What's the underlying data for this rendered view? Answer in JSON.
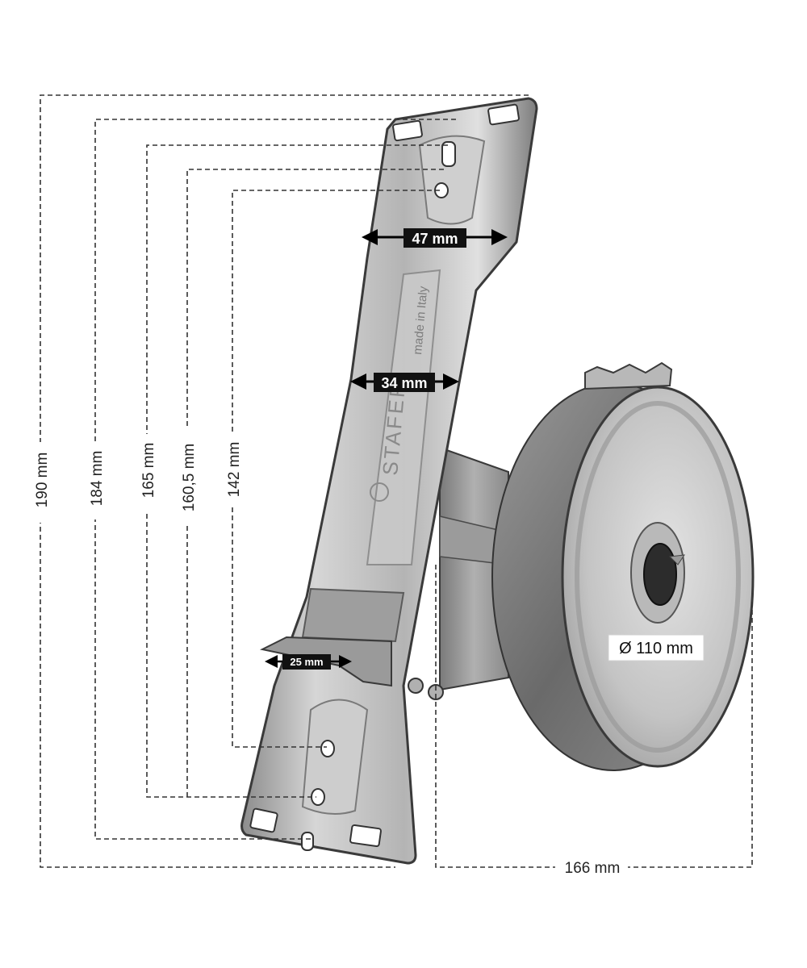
{
  "dimensions": {
    "overall_height": "190 mm",
    "plate_height": "184 mm",
    "hole_spacing_outer": "165 mm",
    "hole_spacing_mid": "160,5 mm",
    "hole_spacing_inner": "142 mm",
    "top_width": "47 mm",
    "middle_width": "34 mm",
    "hook_width": "25 mm",
    "depth": "166 mm",
    "drum_diameter": "Ø 110 mm"
  },
  "embossed_text": {
    "brand": "STAFER",
    "origin": "made in Italy"
  },
  "colors": {
    "metal_light": "#d9d9d9",
    "metal_mid": "#a8a8a8",
    "metal_dark": "#6e6e6e",
    "edge": "#3a3a3a",
    "label_bg": "#111111",
    "dash_line": "#333333"
  }
}
